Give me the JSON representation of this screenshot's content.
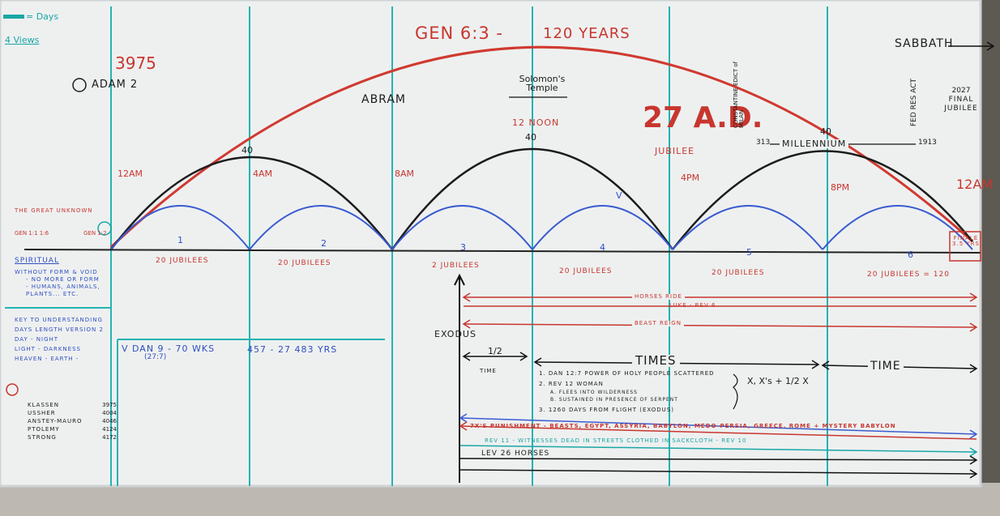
{
  "legend": {
    "days": "= Days",
    "views": "4 Views"
  },
  "top_arc": {
    "label": "GEN 6:3 -",
    "years": "120 Years"
  },
  "sabbath": "SABBATH",
  "adam": {
    "year": "3975",
    "label": "ADAM 2"
  },
  "abram": "ABRAM",
  "solomon": "Solomon's Temple",
  "noon": "12 NOON",
  "ad27": "27 A.D.",
  "jubilee": "JUBILEE",
  "constantine": "CONSTANTINE EDICT of MILAN",
  "year313": "313",
  "millennium": "MILLENNIUM",
  "year1913": "1913",
  "fed_res": "FED RES ACT",
  "final_jubilee": [
    "2027",
    "FINAL",
    "JUBILEE"
  ],
  "forties": [
    "40",
    "40",
    "40"
  ],
  "hours": [
    "12AM",
    "4AM",
    "8AM",
    "4PM",
    "8PM",
    "12AM"
  ],
  "v_mark": "V",
  "great_unknown": "THE GREAT UNKNOWN",
  "gen11": "GEN 1:1 1:6",
  "gen_small": "GEN 1:2",
  "finale": "FINALE 3.5 YRS",
  "periods": [
    {
      "num": "1",
      "label": "20 JUBILEES"
    },
    {
      "num": "2",
      "label": "20 JUBILEES"
    },
    {
      "num": "3",
      "label": "2 JUBILEES"
    },
    {
      "num": "4",
      "label": "20 JUBILEES"
    },
    {
      "num": "5",
      "label": "20 JUBILEES"
    },
    {
      "num": "6",
      "label": "20 JUBILEES = 120"
    }
  ],
  "spiritual": {
    "title": "SPIRITUAL",
    "lines": [
      "WITHOUT FORM & VOID",
      "- NO MORE OR FORM",
      "- HUMANS, ANIMALS,",
      "PLANTS... ETC."
    ]
  },
  "key": {
    "lines": [
      "KEY TO UNDERSTANDING",
      "DAYS LENGTH VERSION 2",
      "DAY - NIGHT",
      "LIGHT - DARKNESS",
      "HEAVEN - EARTH -"
    ]
  },
  "dan9": {
    "text": "V DAN 9 - 70 WKS",
    "sub": "(27:7)",
    "calc": "457 - 27   483 YRS"
  },
  "exodus": "EXODUS",
  "horses_ride": "HORSES RIDE",
  "luke_rev": "LUKE - REV 6",
  "beast_reign": "BEAST REIGN",
  "half_time": "1/2",
  "time_label": "TIME",
  "times": "TIMES",
  "time_right": "TIME",
  "times_list": [
    "1. DAN 12:7  POWER of HOLY PEOPLE SCATTERED",
    "2. REV 12  WOMAN",
    "a. FLEES INTO WILDERNESS",
    "b. SUSTAINED IN PRESENCE of SERPENT",
    "3. 1260 DAYS FROM FLIGHT (EXODUS)"
  ],
  "formula": "X, X's + 1/2 X",
  "punishment": "7X's PUNISHMENT - BEASTS, EGYPT, ASSYRIA, BABYLON, MEDO-PERSIA, GREECE, ROME + MYSTERY BABYLON",
  "witnesses": "REV 11 - WITNESSES DEAD IN STREETS   CLOTHED IN SACKCLOTH - REV 10",
  "lev26": "LEV 26   HORSES",
  "chronology": [
    {
      "name": "KLASSEN",
      "year": "3975"
    },
    {
      "name": "USSHER",
      "year": "4004"
    },
    {
      "name": "ANSTEY-MAURO",
      "year": "4046"
    },
    {
      "name": "PTOLEMY",
      "year": "4124"
    },
    {
      "name": "STRONG",
      "year": "4172"
    }
  ],
  "colors": {
    "red": "#c8362e",
    "black": "#1b1b1b",
    "blue": "#2f4fc2",
    "teal": "#1aa6a6"
  }
}
